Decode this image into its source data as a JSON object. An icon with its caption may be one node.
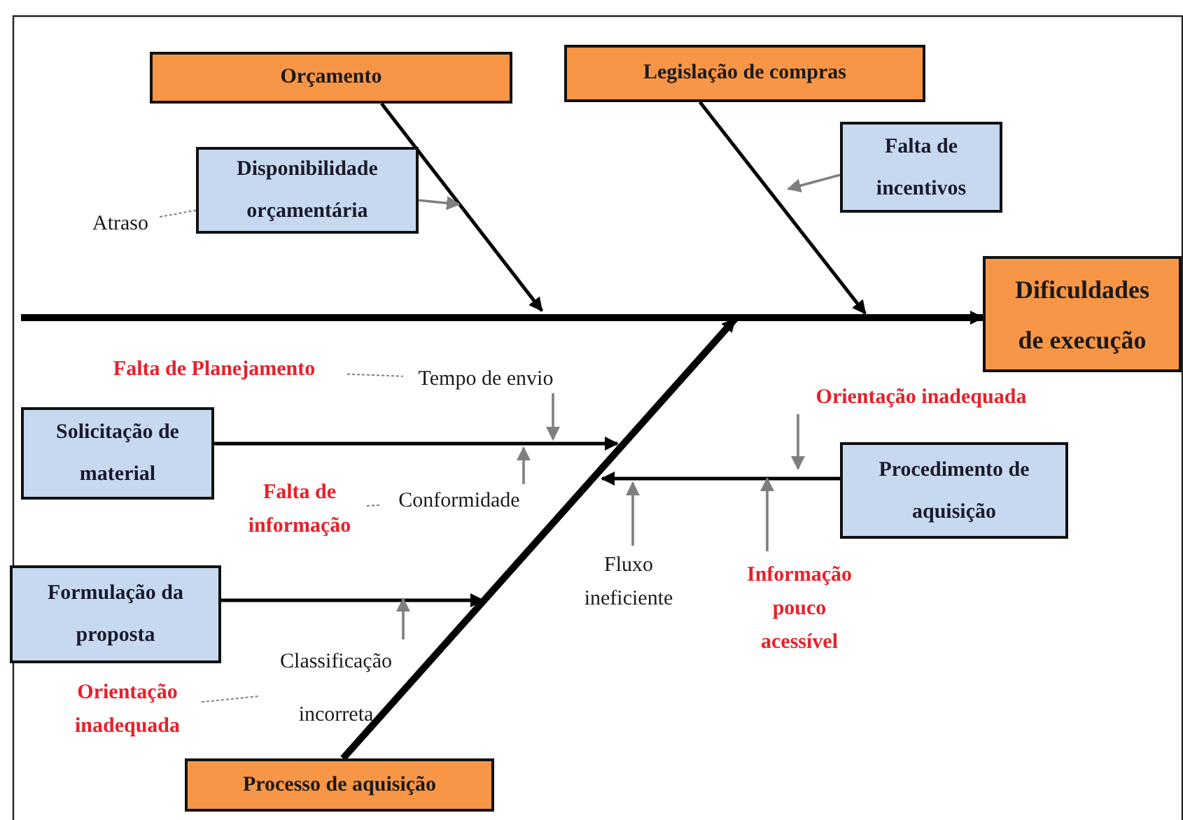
{
  "diagram": {
    "nodes": [
      {
        "text": [
          "Orçamento"
        ]
      },
      {
        "text": [
          "Legislação de compras"
        ]
      },
      {
        "text": [
          "Disponibilidade orçamentária"
        ]
      },
      {
        "text": [
          "Falta de incentivos"
        ]
      },
      {
        "text": [
          "Dificuldades de execução"
        ]
      },
      {
        "text": [
          "Atraso"
        ]
      },
      {
        "text": [
          "Falta de Planejamento"
        ]
      },
      {
        "text": [
          "Tempo de envio"
        ]
      },
      {
        "text": [
          "Solicitação de material"
        ]
      },
      {
        "text": [
          "Falta de informação"
        ]
      },
      {
        "text": [
          "Conformidade"
        ]
      },
      {
        "text": [
          "Orientação inadequada"
        ]
      },
      {
        "text": [
          "Procedimento de aquisição"
        ]
      },
      {
        "text": [
          "Fluxo ineficiente"
        ]
      },
      {
        "text": [
          "Informação pouco acessível"
        ]
      },
      {
        "text": [
          "Formulação da proposta"
        ]
      },
      {
        "text": [
          "Classificação incorreta"
        ]
      },
      {
        "text": [
          "Orientação inadequada"
        ]
      },
      {
        "text": [
          "Processo de aquisição"
        ]
      }
    ],
    "edges": [
      {
        "from": null,
        "to": 4,
        "arrow": "to",
        "style": "thick",
        "color": "#000000"
      },
      {
        "from": 0,
        "to": null,
        "arrow": "to",
        "color": "#000000"
      },
      {
        "from": 1,
        "to": null,
        "arrow": "to",
        "color": "#000000"
      },
      {
        "from": 18,
        "to": null,
        "arrow": "to",
        "style": "thick",
        "color": "#000000"
      },
      {
        "from": 8,
        "to": null,
        "arrow": "to",
        "color": "#000000"
      },
      {
        "from": 15,
        "to": null,
        "arrow": "to",
        "color": "#000000"
      },
      {
        "from": 12,
        "to": null,
        "arrow": "to",
        "color": "#000000"
      },
      {
        "from": 2,
        "to": null,
        "arrow": "to"
      },
      {
        "from": 3,
        "to": null,
        "arrow": "to"
      },
      {
        "from": 7,
        "to": null,
        "arrow": "to"
      },
      {
        "from": 10,
        "to": null,
        "arrow": "to"
      },
      {
        "from": 11,
        "to": null,
        "arrow": "to"
      },
      {
        "from": 13,
        "to": null,
        "arrow": "to"
      },
      {
        "from": 14,
        "to": null,
        "arrow": "to"
      },
      {
        "from": 16,
        "to": null,
        "arrow": "to"
      },
      {
        "from": 5,
        "to": 2,
        "arrow": "none",
        "style": "dashed"
      },
      {
        "from": 6,
        "to": 7,
        "arrow": "none",
        "style": "dashed"
      },
      {
        "from": 9,
        "to": 10,
        "arrow": "none",
        "style": "dashed"
      },
      {
        "from": 17,
        "to": 16,
        "arrow": "none",
        "style": "dashed"
      }
    ]
  }
}
